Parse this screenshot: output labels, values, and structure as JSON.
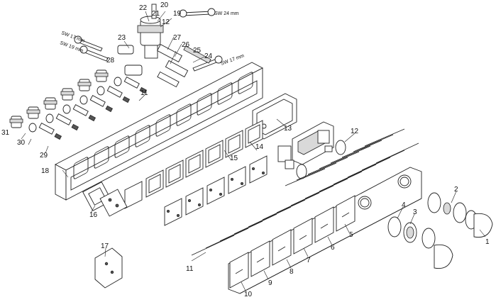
{
  "labels": {
    "n1": "1",
    "n2": "2",
    "n3": "3",
    "n4": "4",
    "n5": "5",
    "n6": "6",
    "n7": "7",
    "n8": "8",
    "n9": "9",
    "n10": "10",
    "n11a": "11",
    "n11b": "11",
    "n12a": "12",
    "n12b": "12",
    "n13": "13",
    "n14": "14",
    "n15": "15",
    "n16": "16",
    "n17": "17",
    "n18": "18",
    "n19": "19",
    "n20": "20",
    "n21": "21",
    "n22": "22",
    "n23": "23",
    "n24": "24",
    "n25": "25",
    "n26": "26",
    "n27": "27",
    "n28": "28",
    "n29": "29",
    "n30": "30",
    "n31": "31"
  },
  "wrenches": {
    "sw24": "SW 24 mm",
    "sw17a": "SW 17 mm",
    "sw19": "SW 19 mm",
    "sw17b": "SW 17 mm"
  }
}
